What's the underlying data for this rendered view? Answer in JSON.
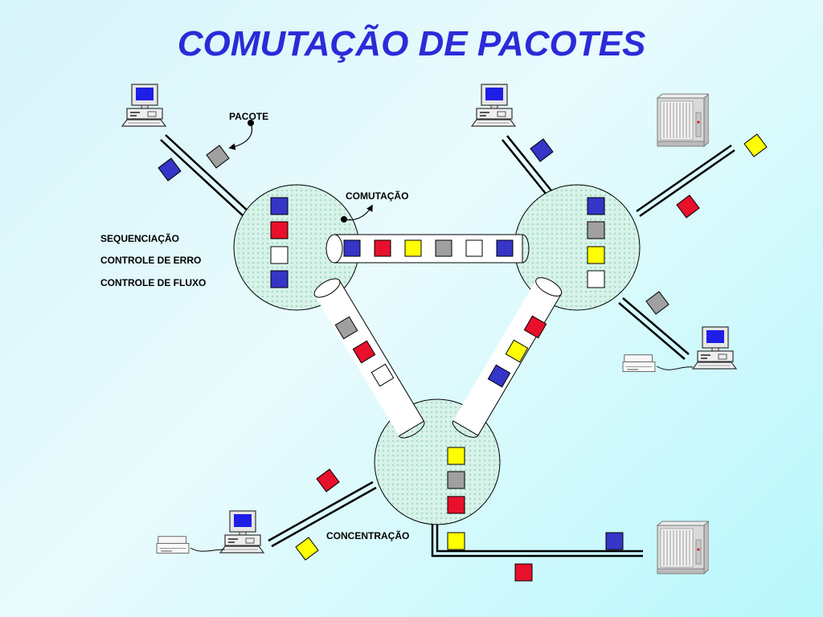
{
  "title": "COMUTAÇÃO DE PACOTES",
  "labels": {
    "pacote": "PACOTE",
    "comutacao": "COMUTAÇÃO",
    "sequenciacao": "SEQUENCIAÇÃO",
    "controle_erro": "CONTROLE DE ERRO",
    "controle_fluxo": "CONTROLE DE FLUXO",
    "concentracao": "CONCENTRAÇÃO"
  },
  "colors": {
    "blue": "#3535c8",
    "red": "#e8102a",
    "yellow": "#ffff00",
    "gray": "#a0a0a0",
    "white": "#ffffff",
    "title": "#2b2bd8",
    "node_fill": "#d8f3ea",
    "node_dot": "#a8dcc8"
  },
  "packet_sequences": {
    "left_node_queue": [
      "blue",
      "red",
      "white",
      "blue"
    ],
    "right_node_queue": [
      "blue",
      "gray",
      "yellow",
      "white"
    ],
    "bottom_node_queue": [
      "yellow",
      "gray",
      "red"
    ],
    "top_tube": [
      "blue",
      "red",
      "yellow",
      "gray",
      "white",
      "blue"
    ],
    "left_tube": [
      "gray",
      "red",
      "white"
    ],
    "right_tube": [
      "red",
      "yellow",
      "blue"
    ]
  }
}
